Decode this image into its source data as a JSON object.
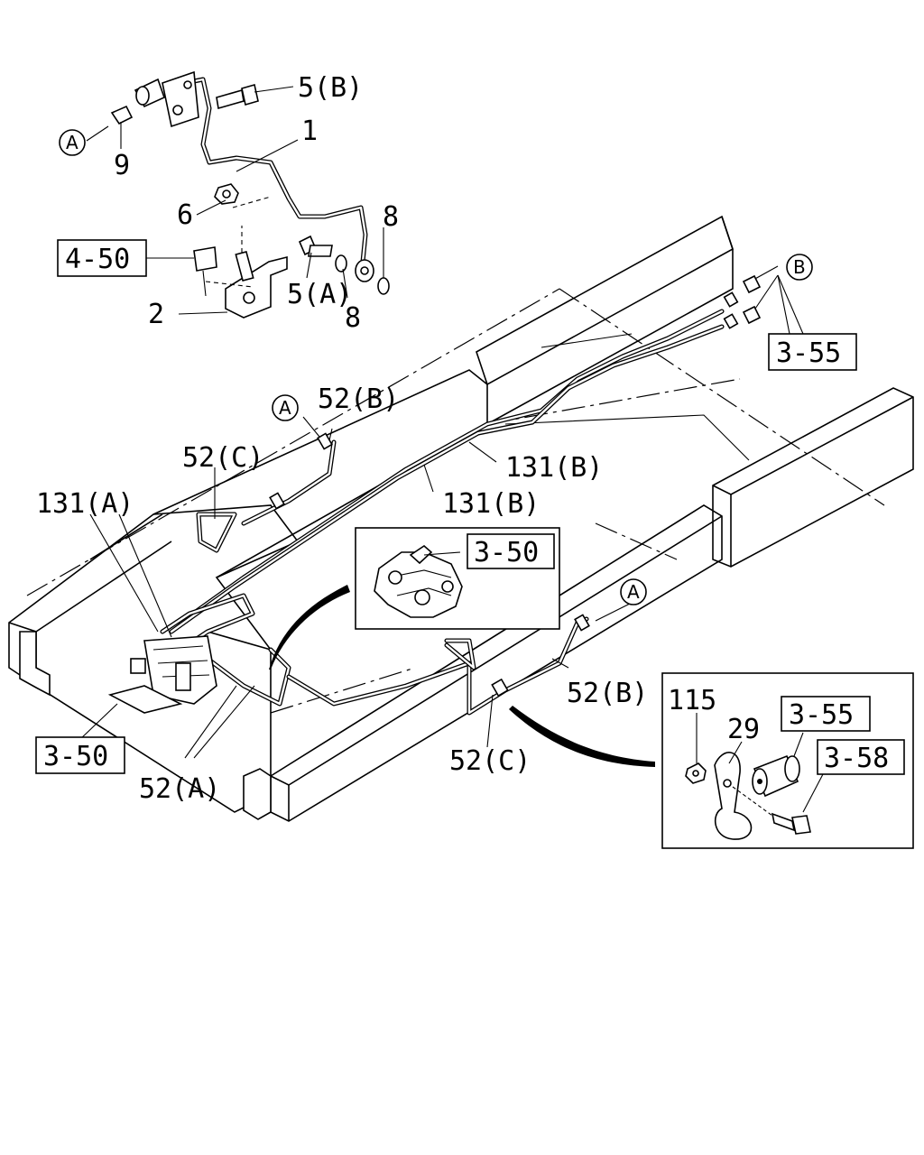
{
  "callouts": {
    "c1": "1",
    "c2": "2",
    "c5a": "5(A)",
    "c5b": "5(B)",
    "c6": "6",
    "c8a": "8",
    "c8b": "8",
    "c9": "9",
    "c29": "29",
    "c115": "115",
    "c52a": "52(A)",
    "c52b_top": "52(B)",
    "c52b_right": "52(B)",
    "c52c_top": "52(C)",
    "c52c_bottom": "52(C)",
    "c131a": "131(A)",
    "c131b_1": "131(B)",
    "c131b_2": "131(B)"
  },
  "ref_boxes": {
    "r450": "4-50",
    "r355_top": "3-55",
    "r350_inset": "3-50",
    "r350_bottom": "3-50",
    "r355_inset": "3-55",
    "r358_inset": "3-58"
  },
  "connectors": {
    "a_top": "A",
    "a_mid": "A",
    "a_right": "A",
    "b_top": "B"
  }
}
